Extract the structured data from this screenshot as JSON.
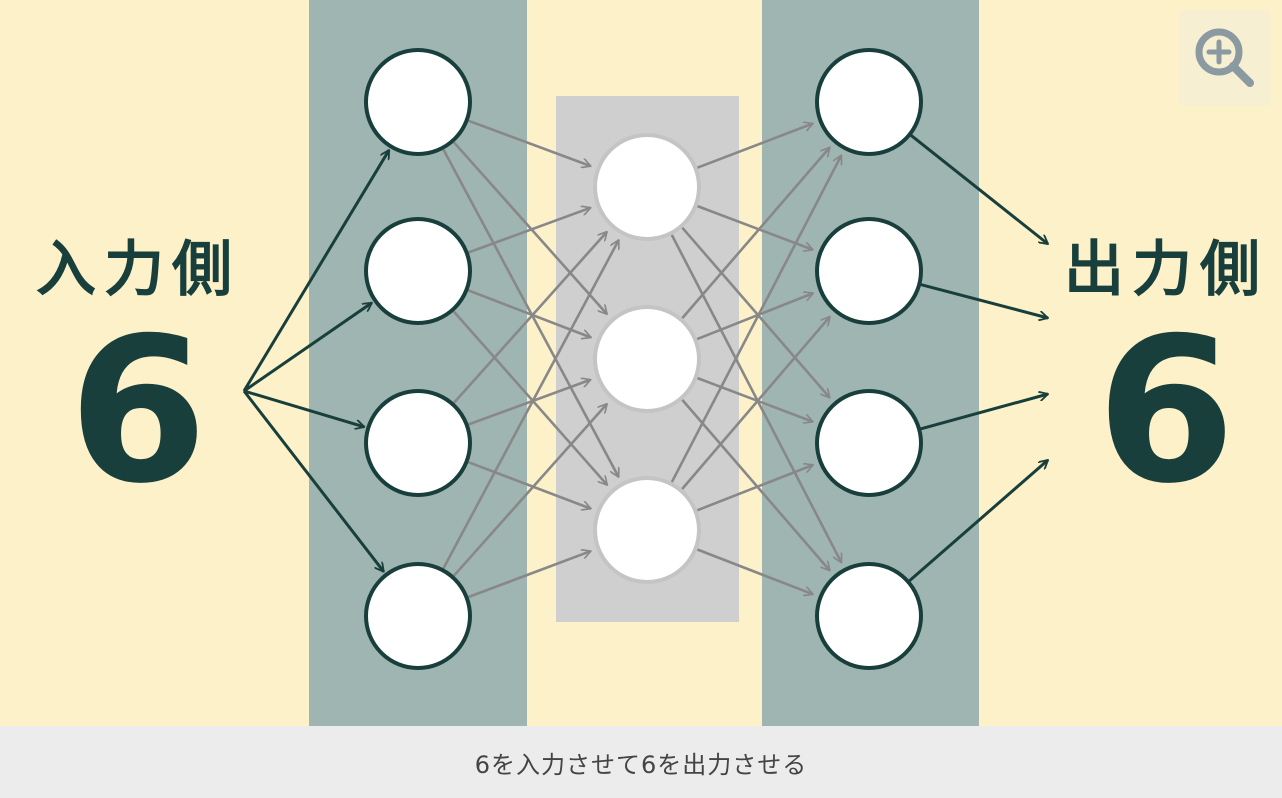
{
  "diagram": {
    "input_side": {
      "label": "入力側",
      "count": "6"
    },
    "output_side": {
      "label": "出力側",
      "count": "6"
    },
    "layers": {
      "input_layer_nodes": 4,
      "hidden_layer_nodes": 3,
      "output_layer_nodes": 4
    },
    "colors": {
      "background": "#fcf1c9",
      "layer_band": "#9fb5b1",
      "hidden_panel": "#cfcfcf",
      "outline_dark": "#183f3c",
      "arrow_gray": "#888888"
    }
  },
  "caption": "6を入力させて6を出力させる",
  "toolbar": {
    "zoom_icon": "zoom-in-icon"
  }
}
